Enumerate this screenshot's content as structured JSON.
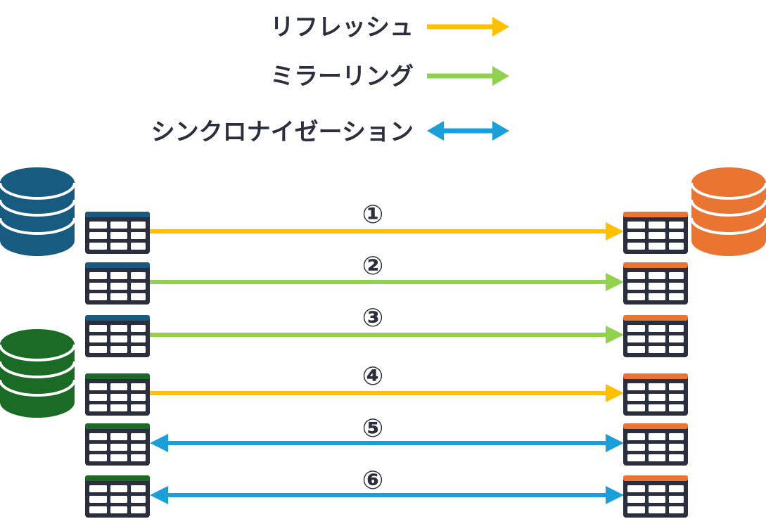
{
  "legend": [
    {
      "label": "リフレッシュ",
      "kind": "refresh",
      "direction": "one-way",
      "color": "#FFC000"
    },
    {
      "label": "ミラーリング",
      "kind": "mirroring",
      "direction": "one-way",
      "color": "#92D050"
    },
    {
      "label": "シンクロナイゼーション",
      "kind": "synchronization",
      "direction": "two-way",
      "color": "#1A9FD9"
    }
  ],
  "databases": [
    {
      "name": "source-database-blue",
      "color": "#175B80"
    },
    {
      "name": "source-database-green",
      "color": "#1B6A25"
    },
    {
      "name": "target-database-orange",
      "color": "#EA7532"
    }
  ],
  "rows": [
    {
      "number": "①",
      "kind": "refresh",
      "source_header_color": "#175B80",
      "target_header_color": "#EA7532"
    },
    {
      "number": "②",
      "kind": "mirroring",
      "source_header_color": "#175B80",
      "target_header_color": "#EA7532"
    },
    {
      "number": "③",
      "kind": "mirroring",
      "source_header_color": "#175B80",
      "target_header_color": "#EA7532"
    },
    {
      "number": "④",
      "kind": "refresh",
      "source_header_color": "#1B6A25",
      "target_header_color": "#EA7532"
    },
    {
      "number": "⑤",
      "kind": "synchronization",
      "source_header_color": "#1B6A25",
      "target_header_color": "#EA7532"
    },
    {
      "number": "⑥",
      "kind": "synchronization",
      "source_header_color": "#1B6A25",
      "target_header_color": "#EA7532"
    }
  ],
  "colors": {
    "text": "#2B2F3D",
    "table_body": "#2B2F3D",
    "table_cell": "#FFFFFF"
  }
}
